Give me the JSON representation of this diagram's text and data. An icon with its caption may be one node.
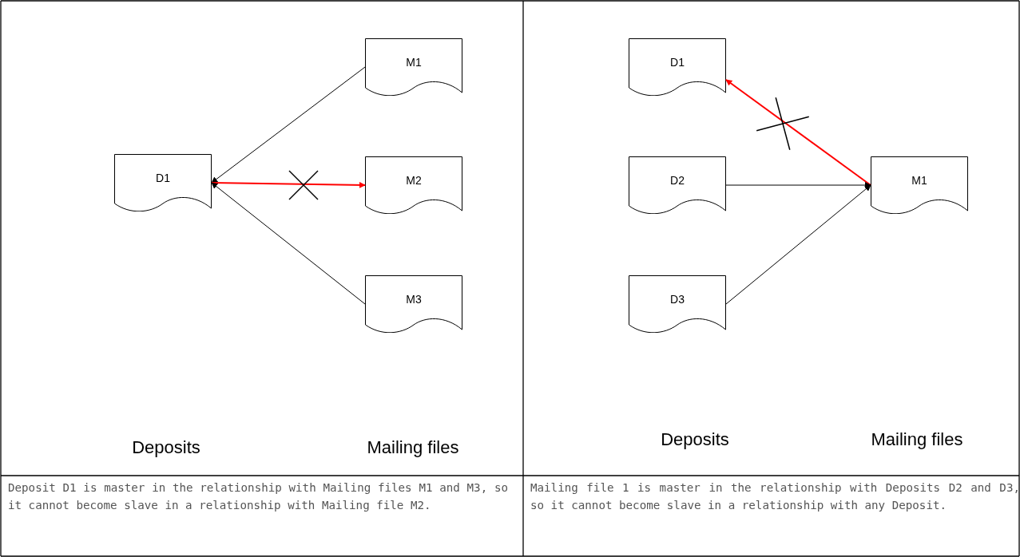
{
  "diagram": {
    "nodes": [
      {
        "text": [
          "D1"
        ]
      },
      {
        "text": [
          "M1"
        ]
      },
      {
        "text": [
          "M2"
        ]
      },
      {
        "text": [
          "M3"
        ]
      },
      {
        "text": [
          "D1"
        ]
      },
      {
        "text": [
          "D2"
        ]
      },
      {
        "text": [
          "D3"
        ]
      },
      {
        "text": [
          "M1"
        ]
      }
    ],
    "edges": [
      {
        "from": 1,
        "to": 0,
        "arrow": "to"
      },
      {
        "from": 0,
        "to": 2,
        "arrow": "to",
        "color": "#ff0000"
      },
      {
        "from": 3,
        "to": 0,
        "arrow": "to"
      },
      {
        "from": 7,
        "to": 4,
        "arrow": "to",
        "color": "#ff0000"
      },
      {
        "from": 5,
        "to": 7,
        "arrow": "to"
      },
      {
        "from": 6,
        "to": 7,
        "arrow": "to"
      }
    ],
    "labels": [
      "Deposits",
      "Mailing files",
      "Deposits",
      "Mailing files",
      "Deposit D1 is master in the relationship with Mailing files M1 and M3, so it cannot become slave in a relationship with Mailing file M2.",
      "Mailing file 1 is master in the relationship with Deposits D2 and D3, so it cannot become slave in a relationship with any Deposit."
    ]
  }
}
